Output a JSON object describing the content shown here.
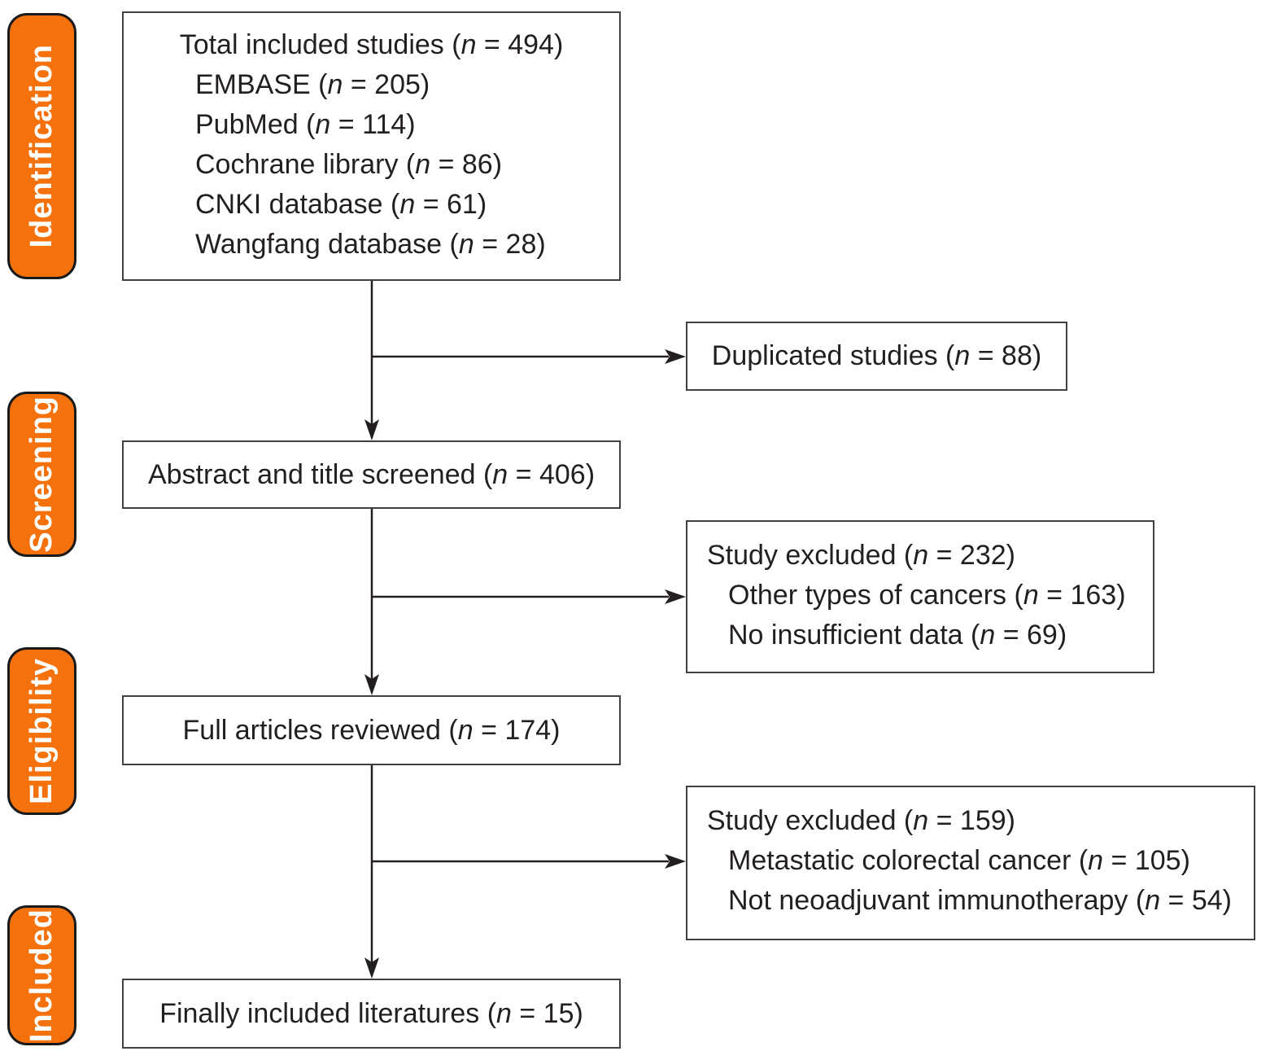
{
  "figure": {
    "kind": "study-selection-flow-diagram"
  },
  "colors": {
    "background": "#ffffff",
    "text": "#231F20",
    "box_border": "#444041",
    "arrow": "#231F20",
    "stage_fill": "#F5710B",
    "stage_border": "#1a1a1a",
    "stage_text": "#ffffff"
  },
  "stages": [
    {
      "label": "Identification"
    },
    {
      "label": "Screening"
    },
    {
      "label": "Eligibility"
    },
    {
      "label": "Included"
    }
  ],
  "boxes": {
    "total": {
      "lines": [
        {
          "pre": "Total included studies (",
          "n": "n",
          "post": " = 494)"
        },
        {
          "pre": "EMBASE (",
          "n": "n",
          "post": " = 205)"
        },
        {
          "pre": "PubMed (",
          "n": "n",
          "post": " = 114)"
        },
        {
          "pre": "Cochrane library (",
          "n": "n",
          "post": " = 86)"
        },
        {
          "pre": "CNKI database (",
          "n": "n",
          "post": " = 61)"
        },
        {
          "pre": "Wangfang database (",
          "n": "n",
          "post": " = 28)"
        }
      ]
    },
    "duplicated": {
      "lines": [
        {
          "pre": "Duplicated studies (",
          "n": "n",
          "post": " = 88)"
        }
      ]
    },
    "screened": {
      "lines": [
        {
          "pre": "Abstract and title screened (",
          "n": "n",
          "post": " = 406)"
        }
      ]
    },
    "excluded_screening": {
      "lines": [
        {
          "pre": "Study excluded (",
          "n": "n",
          "post": " = 232)"
        },
        {
          "pre": "Other types of cancers (",
          "n": "n",
          "post": " = 163)"
        },
        {
          "pre": "No insufficient data (",
          "n": "n",
          "post": " = 69)"
        }
      ]
    },
    "reviewed": {
      "lines": [
        {
          "pre": "Full articles reviewed (",
          "n": "n",
          "post": " = 174)"
        }
      ]
    },
    "excluded_eligibility": {
      "lines": [
        {
          "pre": "Study excluded (",
          "n": "n",
          "post": " = 159)"
        },
        {
          "pre": "Metastatic colorectal cancer (",
          "n": "n",
          "post": " = 105)"
        },
        {
          "pre": "Not neoadjuvant immunotherapy (",
          "n": "n",
          "post": " = 54)"
        }
      ]
    },
    "included": {
      "lines": [
        {
          "pre": "Finally included literatures (",
          "n": "n",
          "post": " = 15)"
        }
      ]
    }
  }
}
